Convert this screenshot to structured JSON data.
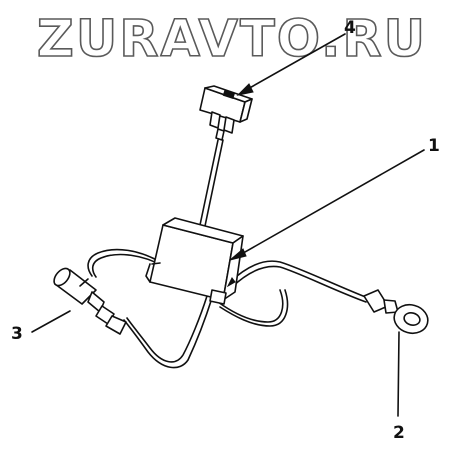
{
  "watermark": "ZURAVTO.RU",
  "callouts": {
    "c1": "1",
    "c2": "2",
    "c3": "3",
    "c4": "4"
  },
  "colors": {
    "ink": "#111111",
    "watermark_outline": "#5a5a5a",
    "background": "#ffffff"
  }
}
